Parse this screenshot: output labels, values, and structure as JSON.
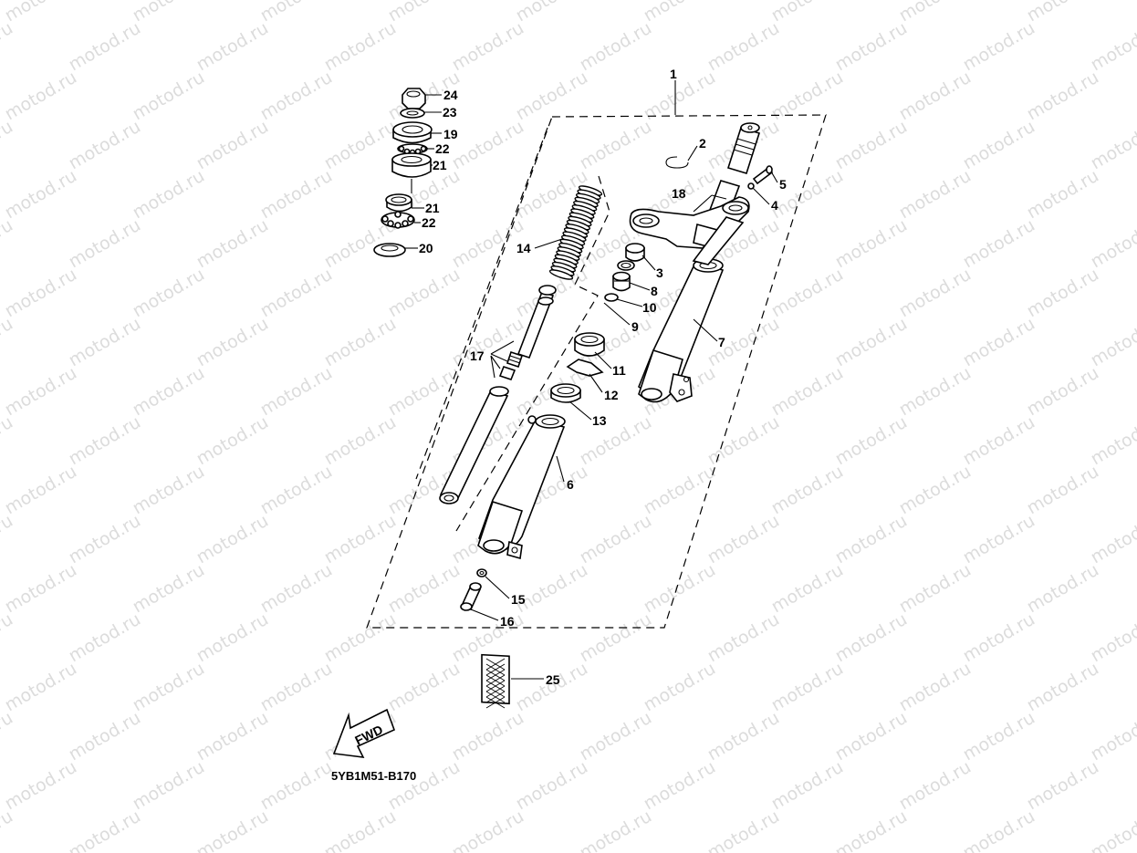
{
  "watermark": "motod.ru",
  "diagram_code": "5YB1M51-B170",
  "fwd_label": "FWD",
  "callouts": {
    "c1": "1",
    "c2": "2",
    "c3": "3",
    "c4": "4",
    "c5": "5",
    "c6": "6",
    "c7": "7",
    "c8": "8",
    "c9": "9",
    "c10": "10",
    "c11": "11",
    "c12": "12",
    "c13": "13",
    "c14": "14",
    "c15": "15",
    "c16": "16",
    "c17": "17",
    "c18": "18",
    "c19": "19",
    "c20": "20",
    "c21a": "21",
    "c21b": "21",
    "c22a": "22",
    "c22b": "22",
    "c23": "23",
    "c24": "24",
    "c25": "25"
  }
}
